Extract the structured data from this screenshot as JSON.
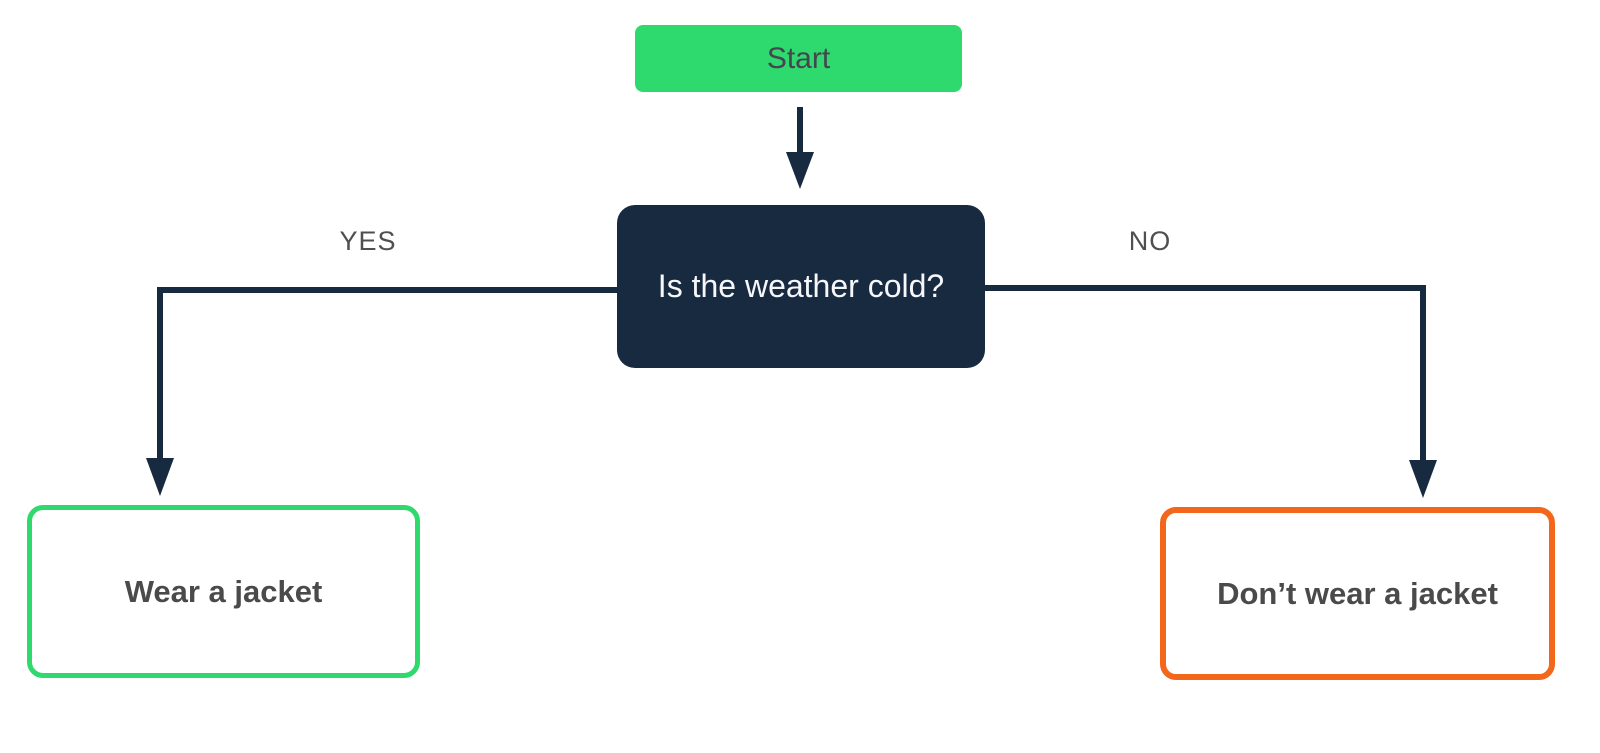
{
  "diagram": {
    "type": "flowchart",
    "nodes": {
      "start": {
        "label": "Start",
        "shape": "rounded-rect",
        "fill": "green"
      },
      "decision": {
        "label": "Is the weather cold?",
        "shape": "rounded-rect",
        "fill": "navy"
      },
      "outcome_yes": {
        "label": "Wear a jacket",
        "shape": "rounded-rect",
        "border": "green"
      },
      "outcome_no": {
        "label": "Don’t wear a jacket",
        "shape": "rounded-rect",
        "border": "orange"
      }
    },
    "edges": [
      {
        "from": "start",
        "to": "decision",
        "label": ""
      },
      {
        "from": "decision",
        "to": "outcome_yes",
        "label": "YES"
      },
      {
        "from": "decision",
        "to": "outcome_no",
        "label": "NO"
      }
    ],
    "edge_labels": {
      "yes": "YES",
      "no": "NO"
    }
  },
  "colors": {
    "green": "#2EDA6E",
    "navy": "#172A40",
    "orange": "#F2671C",
    "label-gray": "#4F4F4F",
    "start-text": "#454551",
    "outcome-text": "#4A4A4A",
    "decision-text": "#F5F7FA",
    "background": "#FFFFFF"
  }
}
